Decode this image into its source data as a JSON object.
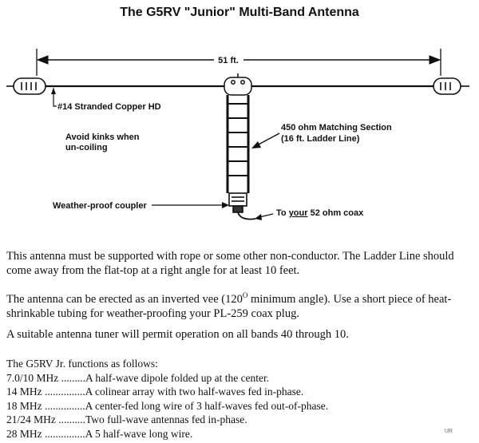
{
  "title": "The G5RV \"Junior\" Multi-Band Antenna",
  "diagram": {
    "span_label": "51 ft.",
    "wire_label": "#14 Stranded Copper HD",
    "kinks_line1": "Avoid kinks when",
    "kinks_line2": "un-coiling",
    "matching_line1": "450 ohm Matching Section",
    "matching_line2": "(16 ft. Ladder Line)",
    "coupler_label": "Weather-proof coupler",
    "coax_prefix": "To ",
    "coax_your": "your",
    "coax_suffix": " 52 ohm coax"
  },
  "paragraphs": {
    "p1": "This antenna must be supported with rope or some other non-conductor.  The Ladder Line should come away from the flat-top at a right angle for at least 10 feet.",
    "p2_before": "The antenna can be erected as an inverted vee (120",
    "p2_sup": "O",
    "p2_after": " minimum angle).  Use a  short piece of heat-shrinkable tubing  for weather-proofing your PL-259 coax plug.",
    "p3": "A suitable antenna tuner will permit operation on all bands 40 through 10."
  },
  "functions": {
    "heading": "The G5RV Jr. functions as follows:",
    "items": [
      {
        "band": "7.0/10 MHz .........",
        "desc": "A half-wave dipole folded up at the center."
      },
      {
        "band": "14 MHz ...............",
        "desc": "A colinear array with two half-waves fed in-phase."
      },
      {
        "band": "18 MHz ...............",
        "desc": "A center-fed long wire of 3 half-waves fed out-of-phase."
      },
      {
        "band": "21/24 MHz ..........",
        "desc": "Two full-wave antennas fed in-phase."
      },
      {
        "band": "28 MHz ...............",
        "desc": "A 5 half-wave long wire."
      }
    ]
  },
  "watermark": "UR"
}
